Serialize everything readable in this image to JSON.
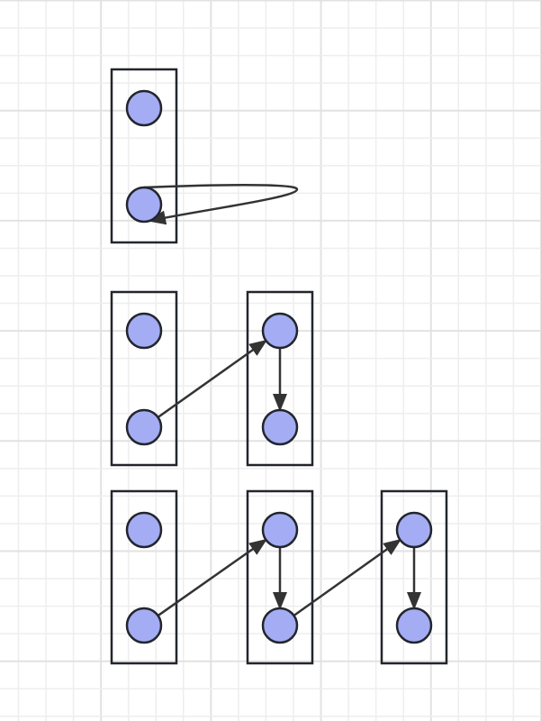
{
  "colors": {
    "background": "#ffffff",
    "grid_minor": "#eeeeee",
    "grid_major": "#e2e2e2",
    "node_fill": "#a4acf4",
    "stroke": "#22262c",
    "edge": "#333333"
  },
  "diagram": {
    "groups": [
      {
        "id": "g1",
        "nodes": [
          "a1",
          "b1"
        ]
      },
      {
        "id": "g2",
        "nodes": [
          "a2",
          "b2"
        ]
      },
      {
        "id": "g3",
        "nodes": [
          "c2",
          "d2"
        ]
      },
      {
        "id": "g4",
        "nodes": [
          "a3",
          "b3"
        ]
      },
      {
        "id": "g5",
        "nodes": [
          "c3",
          "d3"
        ]
      },
      {
        "id": "g6",
        "nodes": [
          "e3",
          "f3"
        ]
      }
    ],
    "edges": [
      {
        "from": "b1",
        "to": "b1",
        "kind": "self-loop"
      },
      {
        "from": "b2",
        "to": "c2"
      },
      {
        "from": "c2",
        "to": "d2"
      },
      {
        "from": "b3",
        "to": "c3"
      },
      {
        "from": "c3",
        "to": "d3"
      },
      {
        "from": "d3",
        "to": "e3"
      },
      {
        "from": "e3",
        "to": "f3"
      }
    ]
  }
}
